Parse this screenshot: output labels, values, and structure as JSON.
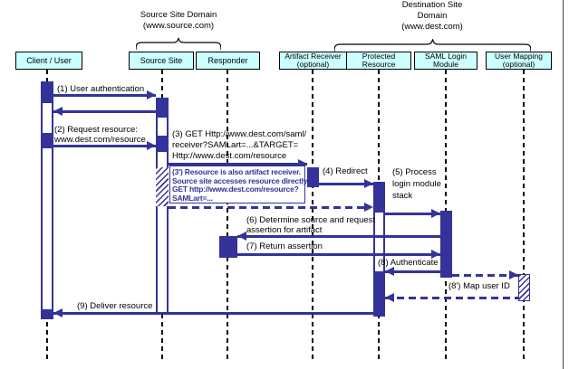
{
  "colors": {
    "accent_navy": "#333399",
    "actor_box_fill": "#ccffff",
    "lifeline_black": "#000000"
  },
  "domains": {
    "source": {
      "line1": "Source Site Domain",
      "line2": "(www.source.com)"
    },
    "destination": {
      "line1": "Destination Site",
      "line2": "Domain",
      "line3": "(www.dest.com)"
    }
  },
  "actors": {
    "client_user": {
      "label": "Client / User"
    },
    "source_site": {
      "label": "Source Site"
    },
    "responder": {
      "label": "Responder"
    },
    "artifact_receiver": {
      "line1": "Artifact Receiver",
      "line2": "(optional)"
    },
    "protected_resource": {
      "line1": "Protected",
      "line2": "Resource"
    },
    "saml_login_module": {
      "line1": "SAML Login",
      "line2": "Module"
    },
    "user_mapping": {
      "line1": "User Mapping",
      "line2": "(optional)"
    }
  },
  "messages": {
    "m1": {
      "label": "(1) User authentication"
    },
    "m2": {
      "line1": "(2) Request resource:",
      "line2": "www.dest.com/resource"
    },
    "m3": {
      "line1": "(3) GET Http://www.dest.com/saml/",
      "line2": "receiver?SAMLart=...&TARGET=",
      "line3": "Http://www.dest.com/resource"
    },
    "m3_alt_note": {
      "line1": "(3') Resource is also artifact receiver.",
      "line2": "Source site accesses resource directly.",
      "line3": "GET http://www.dest.com/resource?",
      "line4": "SAMLart=..."
    },
    "m4": {
      "label": "(4) Redirect"
    },
    "m5": {
      "line1": "(5) Process",
      "line2": "login module",
      "line3": "stack"
    },
    "m6": {
      "line1": "(6) Determine source and request",
      "line2": "assertion for artifact"
    },
    "m7": {
      "label": "(7) Return assertion"
    },
    "m8": {
      "label": "(8) Authenticate"
    },
    "m8_alt": {
      "label": "(8') Map user ID"
    },
    "m9": {
      "label": "(9) Deliver resource"
    }
  }
}
